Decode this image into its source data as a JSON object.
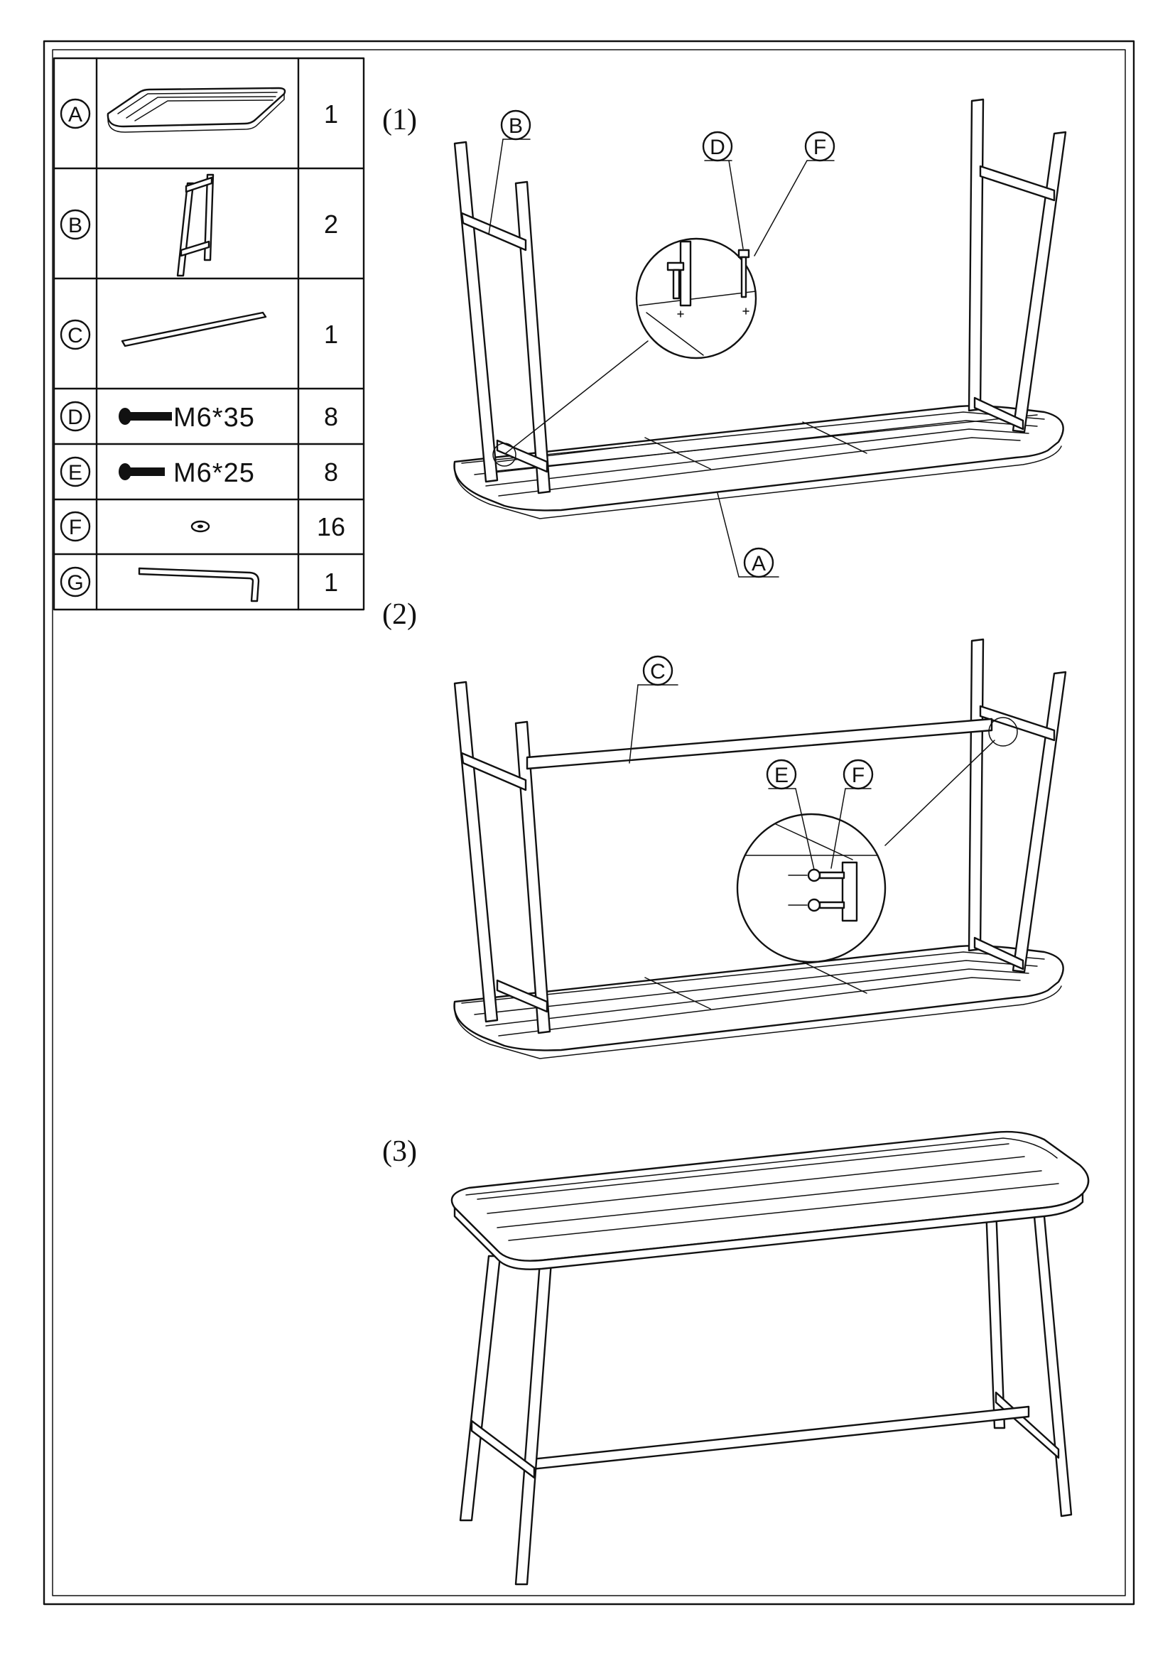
{
  "parts": [
    {
      "letter": "A",
      "qty": "1",
      "icon": "tabletop-icon"
    },
    {
      "letter": "B",
      "qty": "2",
      "icon": "leg-frame-icon"
    },
    {
      "letter": "C",
      "qty": "1",
      "icon": "crossbar-icon"
    },
    {
      "letter": "D",
      "qty": "8",
      "spec": "M6*35",
      "icon": "bolt-icon"
    },
    {
      "letter": "E",
      "qty": "8",
      "spec": "M6*25",
      "icon": "bolt-icon"
    },
    {
      "letter": "F",
      "qty": "16",
      "icon": "washer-icon"
    },
    {
      "letter": "G",
      "qty": "1",
      "icon": "allen-key-icon"
    }
  ],
  "steps": [
    {
      "label": "(1)",
      "callouts": [
        "B",
        "D",
        "F",
        "A"
      ]
    },
    {
      "label": "(2)",
      "callouts": [
        "C",
        "E",
        "F"
      ]
    },
    {
      "label": "(3)"
    }
  ]
}
